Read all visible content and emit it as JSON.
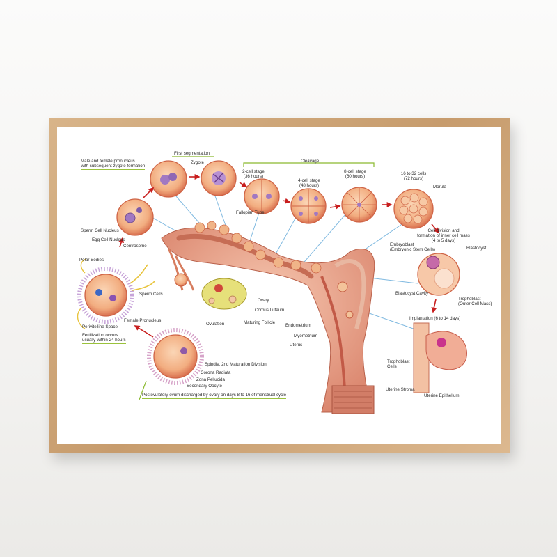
{
  "labels": {
    "pronucleus_1": "Male and female pronucleus",
    "pronucleus_2": "with subsequent zygote formation",
    "first_segmentation": "First segmentation",
    "zygote": "Zygote",
    "cleavage": "Cleavage",
    "two_cell": "2-cell stage",
    "two_cell_time": "(36 hours)",
    "four_cell": "4-cell stage",
    "four_cell_time": "(48 hours)",
    "eight_cell": "8-cell stage",
    "eight_cell_time": "(60 hours)",
    "cells_16_32": "16 to 32 cells",
    "cells_16_32_time": "(72 hours)",
    "morula": "Morula",
    "sperm_cell_nucleus": "Sperm Cell Nucleus",
    "egg_cell_nucleus": "Egg Cell Nucleus",
    "centrosome": "Centrosome",
    "fallopian_tube": "Fallopian Tube",
    "polar_bodies": "Polar Bodies",
    "sperm_cells": "Sperm Cells",
    "female_pronucleus": "Female Pronucleus",
    "perivitelline_space": "Perivitelline Space",
    "fertilization_1": "Fertilization occurs",
    "fertilization_2": "usually within 24 hours",
    "ovary": "Ovary",
    "corpus_luteum": "Corpus Luteum",
    "ovulation": "Ovulation",
    "maturing_follicle": "Maturing Follicle",
    "endometrium": "Endometrium",
    "myometrium": "Myometrium",
    "uterus": "Uterus",
    "cell_division_1": "Cell division and",
    "cell_division_2": "formation of inner cell mass",
    "cell_division_3": "(4 to 5 days)",
    "embryoblast_1": "Embryoblast",
    "embryoblast_2": "(Embryonic Stem Cells)",
    "blastocyst": "Blastocyst",
    "blastocyst_cavity": "Blastocyst Cavity",
    "trophoblast_1": "Trophoblast",
    "trophoblast_2": "(Outer Cell Mass)",
    "implantation": "Implantation (6 to 14 days)",
    "trophoblast_cells_1": "Trophoblast",
    "trophoblast_cells_2": "Cells",
    "uterine_stroma": "Uterine Stroma",
    "uterine_epithelium": "Uterine Epithelium",
    "spindle": "Spindle, 2nd Maturation Division",
    "corona_radiata": "Corona Radiata",
    "zona_pellucida": "Zona Pellucida",
    "secondary_oocyte": "Secondary Oocyte",
    "postovulatory": "Postovulatory ovum discharged by ovary on days 8 to 16 of menstrual cycle"
  },
  "colors": {
    "frame": "#c9a06f",
    "cell_fill": "#f4b98c",
    "cell_edge": "#d2694a",
    "nucleus": "#9b6fb8",
    "leader_blue": "#7fb9e0",
    "leader_green": "#8ab92e",
    "arrow_red": "#c81e1e",
    "tissue": "#e9a487",
    "ovary_yellow": "#e6e07a"
  }
}
